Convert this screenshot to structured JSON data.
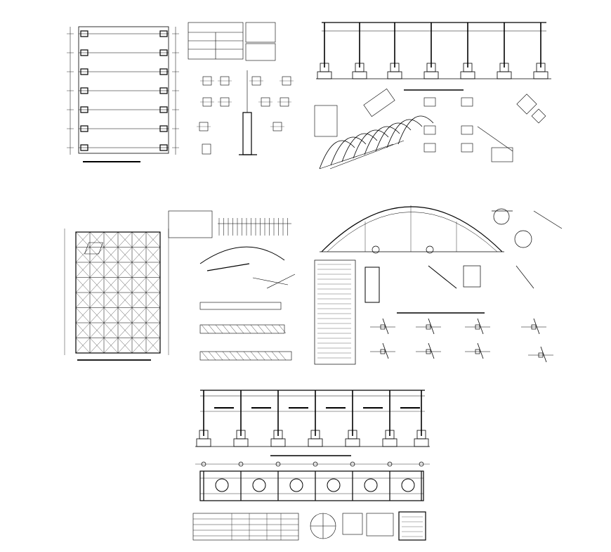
{
  "drawing": {
    "background": "#ffffff",
    "line_color": "#000000",
    "panels": [
      {
        "id": "panel-plan-1",
        "kind": "floor-plan"
      },
      {
        "id": "panel-details-1",
        "kind": "detail-sheet"
      },
      {
        "id": "panel-portal-frame",
        "kind": "elevation"
      },
      {
        "id": "panel-roof-plan",
        "kind": "roof-framing-plan"
      },
      {
        "id": "panel-truss-details",
        "kind": "truss-details"
      },
      {
        "id": "panel-arch-section",
        "kind": "arch-section"
      },
      {
        "id": "panel-elevation-2",
        "kind": "elevation"
      },
      {
        "id": "panel-section-2",
        "kind": "longitudinal-section"
      },
      {
        "id": "panel-schedule",
        "kind": "schedule-table"
      }
    ]
  }
}
